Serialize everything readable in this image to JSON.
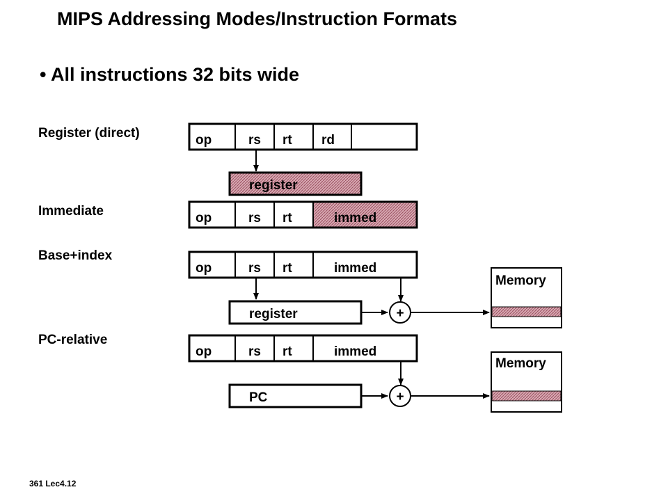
{
  "slide": {
    "title": "MIPS Addressing Modes/Instruction Formats",
    "bullet": "• All instructions 32 bits wide",
    "footer": "361  Lec4.12"
  },
  "modes": {
    "register_direct": "Register (direct)",
    "immediate": "Immediate",
    "base_index": "Base+index",
    "pc_relative": "PC-relative"
  },
  "fields": {
    "op": "op",
    "rs": "rs",
    "rt": "rt",
    "rd": "rd",
    "immed": "immed"
  },
  "boxes": {
    "register": "register",
    "pc": "PC",
    "memory": "Memory",
    "adder": "+"
  },
  "colors": {
    "highlight": "#b07080",
    "hatch": "#d4a0ac",
    "outline": "#000000"
  }
}
